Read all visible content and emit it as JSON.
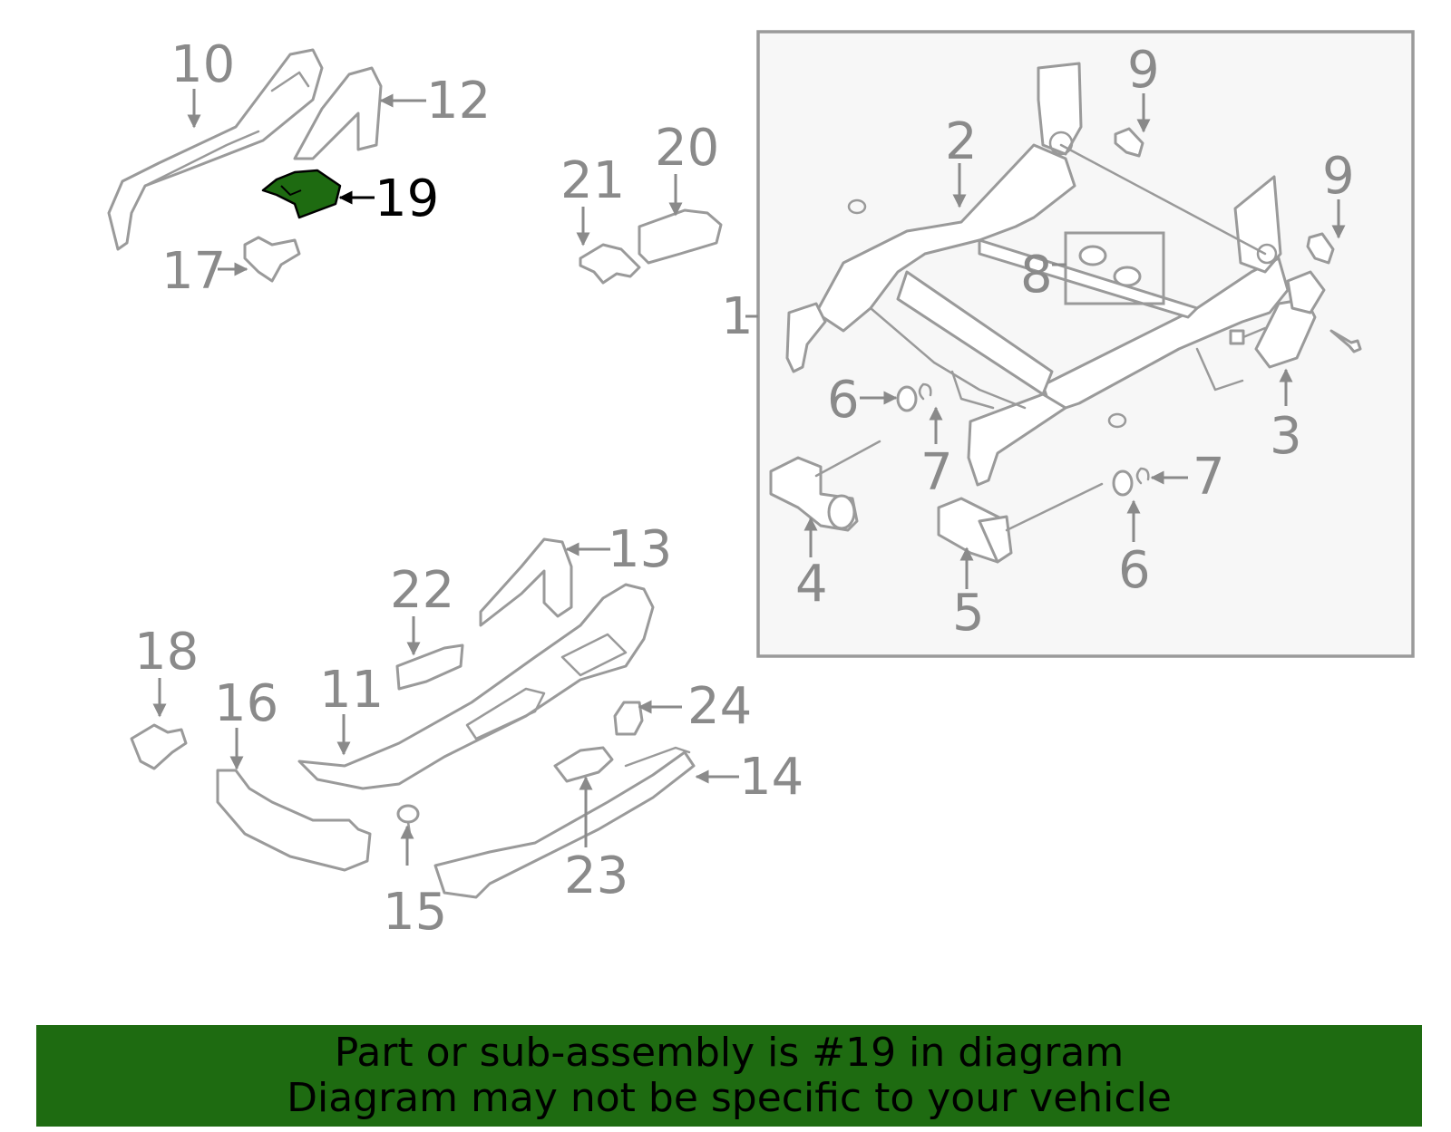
{
  "diagram": {
    "highlight_color": "#1e6b11",
    "callouts": [
      "1",
      "2",
      "3",
      "4",
      "5",
      "6",
      "6",
      "7",
      "7",
      "8",
      "9",
      "9",
      "10",
      "11",
      "12",
      "13",
      "14",
      "15",
      "16",
      "17",
      "18",
      "19",
      "20",
      "21",
      "22",
      "23",
      "24"
    ],
    "highlighted_part": "19"
  },
  "footer": {
    "line1": "Part or sub-assembly is #19 in diagram",
    "line2": "Diagram may not be specific to your vehicle",
    "background_color": "#1e6b11"
  }
}
